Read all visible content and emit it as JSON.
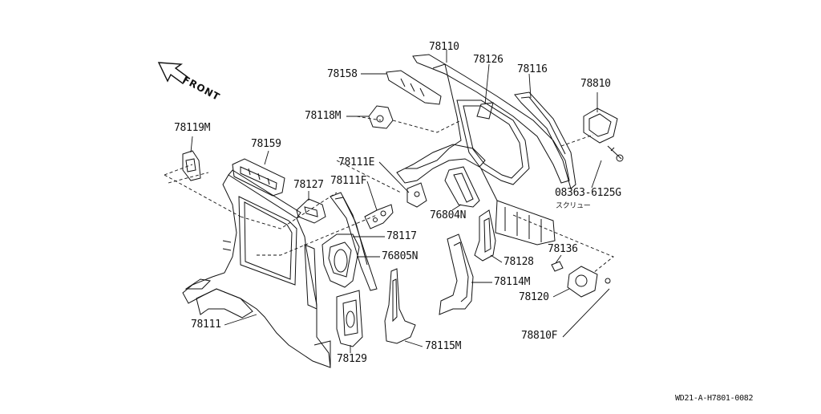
{
  "direction_label": "FRONT",
  "parts": [
    {
      "id": "p78110",
      "label": "78110"
    },
    {
      "id": "p78126",
      "label": "78126"
    },
    {
      "id": "p78116",
      "label": "78116"
    },
    {
      "id": "p78810",
      "label": "78810"
    },
    {
      "id": "p78158",
      "label": "78158"
    },
    {
      "id": "p78118M",
      "label": "78118M"
    },
    {
      "id": "p78119M",
      "label": "78119M"
    },
    {
      "id": "p78159",
      "label": "78159"
    },
    {
      "id": "p78111E",
      "label": "78111E"
    },
    {
      "id": "p78111F",
      "label": "78111F"
    },
    {
      "id": "p78127",
      "label": "78127"
    },
    {
      "id": "p76804N",
      "label": "76804N"
    },
    {
      "id": "p08363",
      "label": "08363-6125G"
    },
    {
      "id": "pscrew",
      "label": "スクリュー"
    },
    {
      "id": "p78117",
      "label": "78117"
    },
    {
      "id": "p76805N",
      "label": "76805N"
    },
    {
      "id": "p78136",
      "label": "78136"
    },
    {
      "id": "p78128",
      "label": "78128"
    },
    {
      "id": "p78114M",
      "label": "78114M"
    },
    {
      "id": "p78120",
      "label": "78120"
    },
    {
      "id": "p78111",
      "label": "78111"
    },
    {
      "id": "p78810F",
      "label": "78810F"
    },
    {
      "id": "p78115M",
      "label": "78115M"
    },
    {
      "id": "p78129",
      "label": "78129"
    }
  ],
  "drawing_code": "WD21-A-H7801-0082"
}
